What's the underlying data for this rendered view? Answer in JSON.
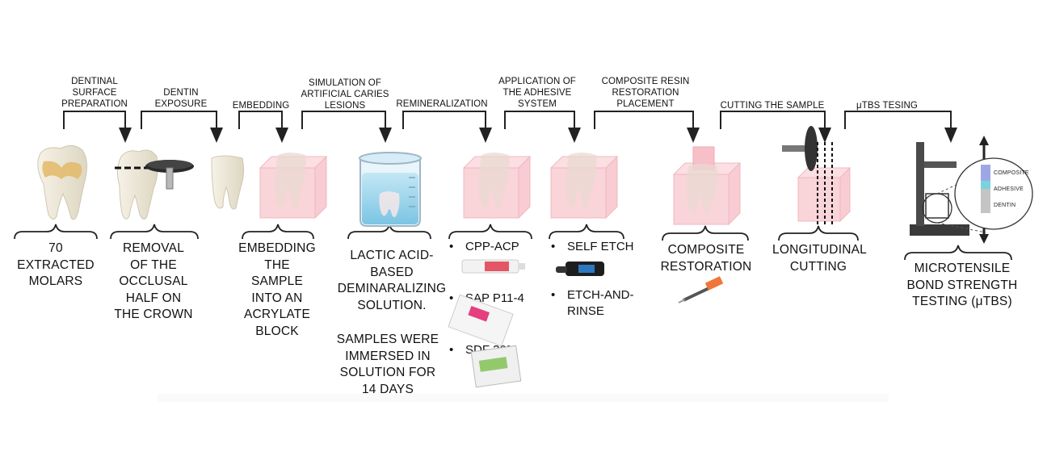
{
  "steps": {
    "s1": "DENTINAL\nSURFACE\nPREPARATION",
    "s2": "DENTIN\nEXPOSURE",
    "s3": "EMBEDDING",
    "s4": "SIMULATION OF\nARTIFICIAL CARIES\nLESIONS",
    "s5": "REMINERALIZATION",
    "s6": "APPLICATION OF\nTHE ADHESIVE\nSYSTEM",
    "s7": "COMPOSITE RESIN\nRESTORATION\nPLACEMENT",
    "s8": "CUTTING THE SAMPLE",
    "s9": "μTBS TESING"
  },
  "descriptions": {
    "d1": "70\nEXTRACTED\nMOLARS",
    "d2": "REMOVAL\nOF THE\nOCCLUSAL\nHALF ON\nTHE CROWN",
    "d3": "EMBEDDING\nTHE\nSAMPLE\nINTO AN\nACRYLATE\nBLOCK",
    "d4a": "LACTIC ACID-\nBASED\nDEMINARALIZING\nSOLUTION.",
    "d4b": "SAMPLES WERE\nIMMERSED IN\nSOLUTION FOR\n14 DAYS",
    "d5": "COMPOSITE\nRESTORATION",
    "d6": "LONGITUDINAL\nCUTTING",
    "d7": "MICROTENSILE\nBOND STRENGTH\nTESTING (μTBS)"
  },
  "remineralization_agents": [
    "CPP-ACP",
    "SAP P11-4",
    "SDF 30%"
  ],
  "adhesive_systems": [
    "SELF ETCH",
    "ETCH-AND-\nRINSE"
  ],
  "inset_layers": [
    "COMPOSITE",
    "ADHESIVE",
    "DENTIN"
  ],
  "colors": {
    "tooth": "#efe9d8",
    "enamel_stain": "#e3b968",
    "acrylic_block": "#f7c6cc",
    "composite": "#f7c0c8",
    "solution": "#9fd3ea",
    "inset_composite": "#9fa6e6",
    "inset_adhesive": "#7ad2dc",
    "inset_dentin": "#c4c4c4"
  },
  "icons": [
    "molar-icon",
    "cutting-disc-icon",
    "tooth-icon",
    "acrylic-block-icon",
    "beaker-icon",
    "tube-icon",
    "adhesive-bottle-icon",
    "syringe-icon",
    "sectioning-disc-icon",
    "testing-machine-icon"
  ]
}
